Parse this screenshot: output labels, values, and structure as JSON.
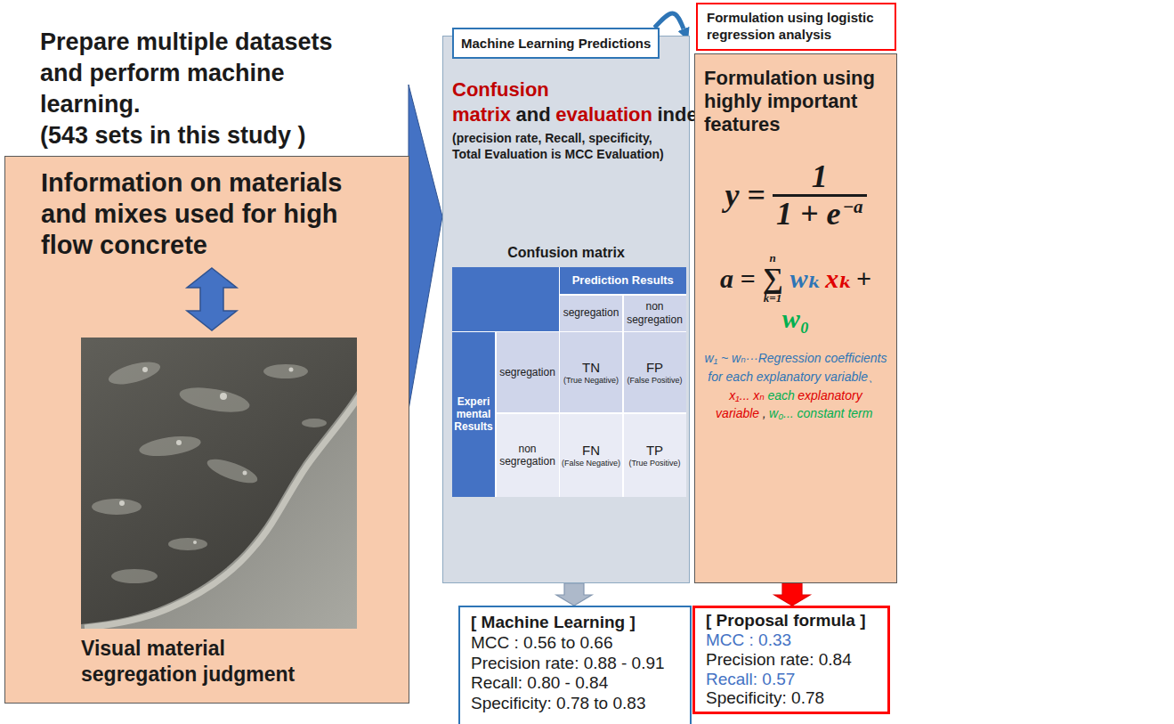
{
  "diagram": {
    "nodes": [
      {
        "text": [
          "Information on materials and mixes used for high flow concrete",
          "Visual material segregation judgment"
        ]
      },
      {
        "text": [
          "Confusion matrix",
          "and",
          "evaluation",
          "indexs",
          "(precision rate, Recall, specificity, Total Evaluation is MCC Evaluation)",
          "Confusion matrix"
        ]
      },
      {
        "text": [
          "Machine Learning Predictions"
        ],
        "in": 1
      },
      {
        "text": [
          "Formulation using logistic regression analysis"
        ]
      },
      {
        "text": [
          "Formulation using highly important features",
          "y =",
          "1",
          "1 + e",
          "−a",
          "a =",
          "n",
          "∑",
          "k=1",
          "wₖ",
          "xₖ",
          "+",
          "w₀",
          "w₁ ~ wₙ···Regression coefficients for each explanatory variable、",
          "x₁... xₙ",
          "each",
          "explanatory variable",
          ",",
          "w₀... constant term"
        ]
      },
      {
        "text": [
          "[ Machine Learning ]",
          "MCC : 0.56 to 0.66",
          "Precision rate: 0.88 - 0.91",
          "Recall: 0.80 - 0.84",
          "Specificity: 0.78 to 0.83"
        ]
      },
      {
        "text": [
          "[ Proposal formula ]",
          "MCC : 0.33",
          "Precision rate: 0.84",
          "Recall: 0.57",
          "Specificity: 0.78"
        ]
      }
    ],
    "edges": [
      {
        "from": 0,
        "to": 1,
        "arrow": "to"
      },
      {
        "from": 2,
        "to": 3,
        "arrow": "to"
      },
      {
        "from": 1,
        "to": 5,
        "arrow": "to"
      },
      {
        "from": 4,
        "to": 6,
        "arrow": "to"
      }
    ],
    "labels": [
      "Prepare multiple datasets and perform machine learning.",
      "(543 sets in this study )",
      "Prediction Results",
      "segregation",
      "non segregation",
      "Experi mental Results",
      "segregation",
      "TN",
      "(True Negative)",
      "FP",
      "(False Positive)",
      "non segregation",
      "FN",
      "(False Negative)",
      "TP",
      "(True Positive)"
    ]
  }
}
